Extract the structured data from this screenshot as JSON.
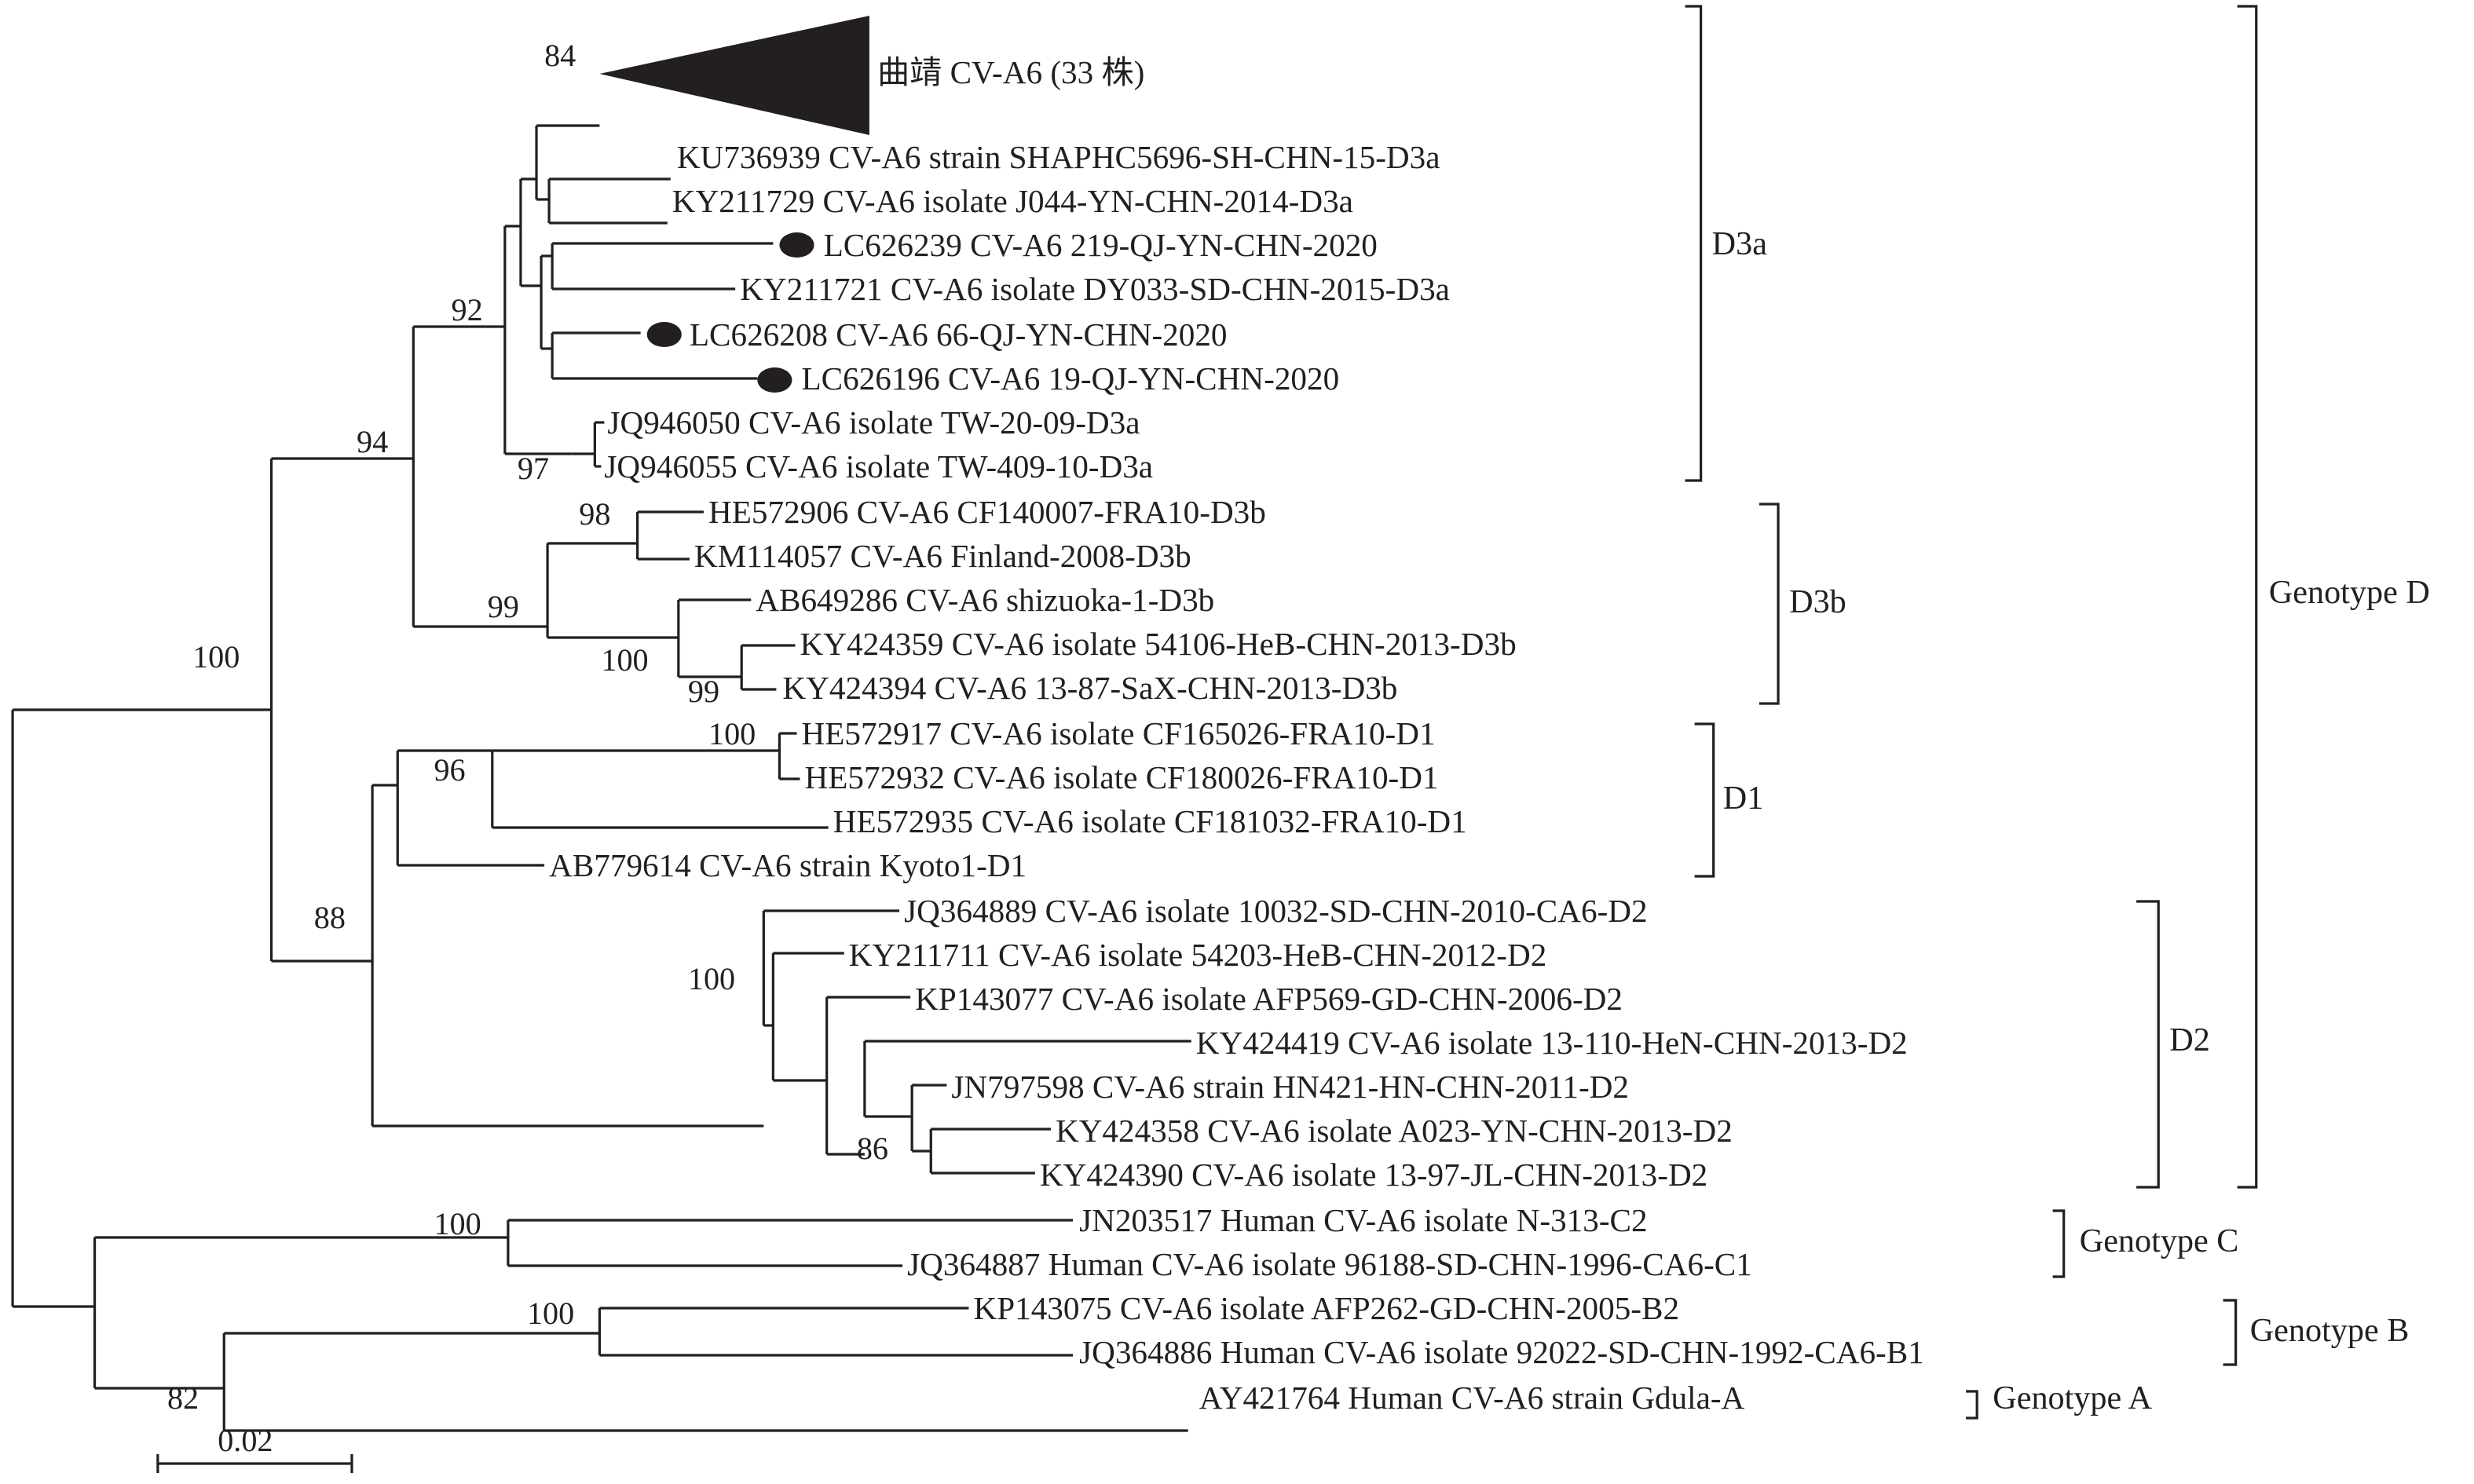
{
  "figure": {
    "type": "phylogenetic-tree",
    "collapsed_clade": {
      "label": "曲靖 CV-A6 (33 株)",
      "bootstrap": "84"
    },
    "leaves": [
      {
        "id": "ku736939",
        "label": "KU736939 CV-A6 strain SHAPHC5696-SH-CHN-15-D3a",
        "marked": false
      },
      {
        "id": "ky211729",
        "label": "KY211729 CV-A6 isolate J044-YN-CHN-2014-D3a",
        "marked": false
      },
      {
        "id": "lc626239",
        "label": "LC626239 CV-A6 219-QJ-YN-CHN-2020",
        "marked": true
      },
      {
        "id": "ky211721",
        "label": "KY211721 CV-A6 isolate DY033-SD-CHN-2015-D3a",
        "marked": false
      },
      {
        "id": "lc626208",
        "label": "LC626208 CV-A6 66-QJ-YN-CHN-2020",
        "marked": true
      },
      {
        "id": "lc626196",
        "label": "LC626196 CV-A6 19-QJ-YN-CHN-2020",
        "marked": true
      },
      {
        "id": "jq946050",
        "label": "JQ946050 CV-A6 isolate TW-20-09-D3a",
        "marked": false
      },
      {
        "id": "jq946055",
        "label": "JQ946055 CV-A6 isolate TW-409-10-D3a",
        "marked": false
      },
      {
        "id": "he572906",
        "label": "HE572906 CV-A6 CF140007-FRA10-D3b",
        "marked": false
      },
      {
        "id": "km114057",
        "label": "KM114057 CV-A6 Finland-2008-D3b",
        "marked": false
      },
      {
        "id": "ab649286",
        "label": "AB649286 CV-A6 shizuoka-1-D3b",
        "marked": false
      },
      {
        "id": "ky424359",
        "label": "KY424359 CV-A6 isolate 54106-HeB-CHN-2013-D3b",
        "marked": false
      },
      {
        "id": "ky424394",
        "label": "KY424394 CV-A6 13-87-SaX-CHN-2013-D3b",
        "marked": false
      },
      {
        "id": "he572917",
        "label": "HE572917 CV-A6 isolate CF165026-FRA10-D1",
        "marked": false
      },
      {
        "id": "he572932",
        "label": "HE572932 CV-A6 isolate CF180026-FRA10-D1",
        "marked": false
      },
      {
        "id": "he572935",
        "label": "HE572935 CV-A6 isolate CF181032-FRA10-D1",
        "marked": false
      },
      {
        "id": "ab779614",
        "label": "AB779614 CV-A6 strain Kyoto1-D1",
        "marked": false
      },
      {
        "id": "jq364889",
        "label": "JQ364889 CV-A6 isolate 10032-SD-CHN-2010-CA6-D2",
        "marked": false
      },
      {
        "id": "ky211711",
        "label": "KY211711 CV-A6 isolate 54203-HeB-CHN-2012-D2",
        "marked": false
      },
      {
        "id": "kp143077",
        "label": "KP143077 CV-A6 isolate AFP569-GD-CHN-2006-D2",
        "marked": false
      },
      {
        "id": "ky424419",
        "label": "KY424419 CV-A6 isolate 13-110-HeN-CHN-2013-D2",
        "marked": false
      },
      {
        "id": "jn797598",
        "label": "JN797598 CV-A6 strain HN421-HN-CHN-2011-D2",
        "marked": false
      },
      {
        "id": "ky424358",
        "label": "KY424358 CV-A6 isolate A023-YN-CHN-2013-D2",
        "marked": false
      },
      {
        "id": "ky424390",
        "label": "KY424390 CV-A6 isolate 13-97-JL-CHN-2013-D2",
        "marked": false
      },
      {
        "id": "jn203517",
        "label": "JN203517 Human CV-A6 isolate N-313-C2",
        "marked": false
      },
      {
        "id": "jq364887",
        "label": "JQ364887 Human CV-A6 isolate 96188-SD-CHN-1996-CA6-C1",
        "marked": false
      },
      {
        "id": "kp143075",
        "label": "KP143075 CV-A6 isolate AFP262-GD-CHN-2005-B2",
        "marked": false
      },
      {
        "id": "jq364886",
        "label": "JQ364886 Human CV-A6 isolate 92022-SD-CHN-1992-CA6-B1",
        "marked": false
      },
      {
        "id": "ay421764",
        "label": "AY421764 Human CV-A6 strain Gdula-A",
        "marked": false
      }
    ],
    "bootstraps": {
      "n84": "84",
      "n92": "92",
      "n97": "97",
      "n94": "94",
      "n98": "98",
      "n99a": "99",
      "n100a": "100",
      "n99b": "99",
      "n100root": "100",
      "n100d1": "100",
      "n96": "96",
      "n88": "88",
      "n100d2": "100",
      "n86": "86",
      "n100c": "100",
      "n100b": "100",
      "n82": "82"
    },
    "clades": {
      "d3a": "D3a",
      "d3b": "D3b",
      "d1": "D1",
      "d2": "D2",
      "genotype_d": "Genotype D",
      "genotype_c": "Genotype C",
      "genotype_b": "Genotype B",
      "genotype_a": "Genotype A"
    },
    "scale_bar": {
      "label": "0.02",
      "value": 0.02
    }
  }
}
